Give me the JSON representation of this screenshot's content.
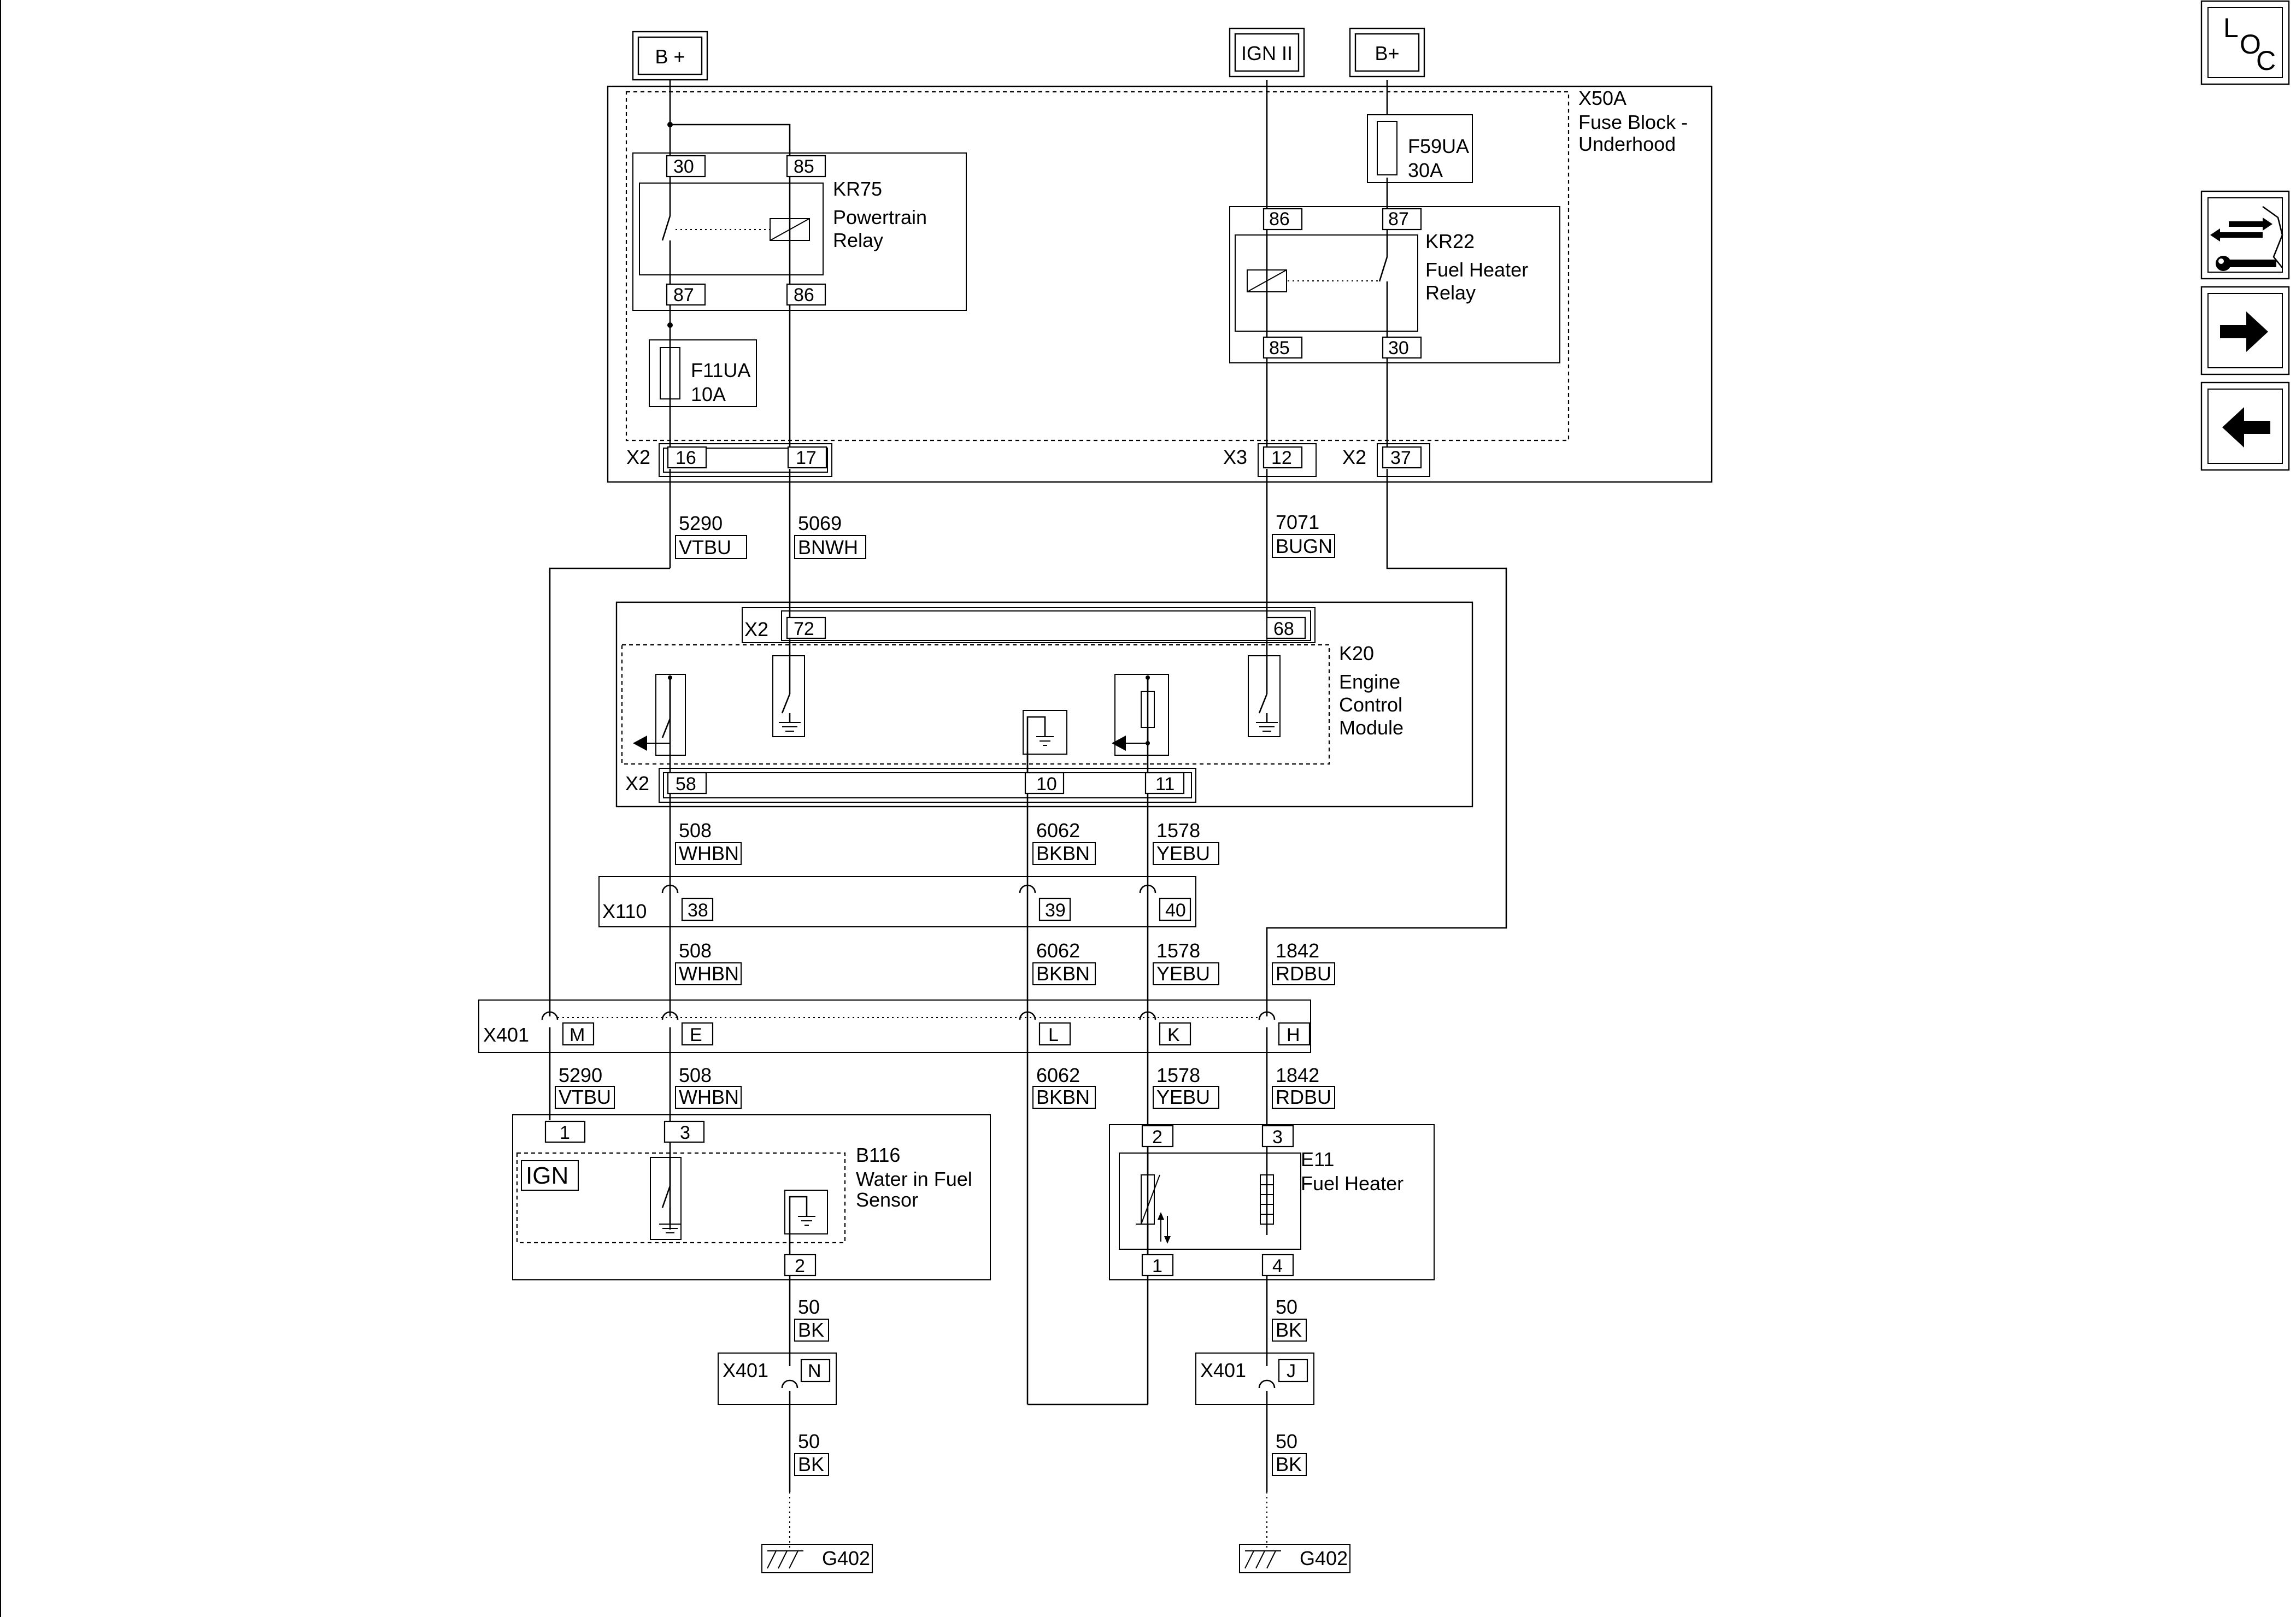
{
  "power_sources": {
    "bplus_left": "B +",
    "ign2": "IGN II",
    "bplus_right": "B+"
  },
  "nav": {
    "loc_l": "L",
    "loc_o": "O",
    "loc_c": "C"
  },
  "fuse_block": {
    "id": "X50A",
    "name_line1": "Fuse Block -",
    "name_line2": "Underhood",
    "kr75": {
      "id": "KR75",
      "name_line1": "Powertrain",
      "name_line2": "Relay",
      "pin_30": "30",
      "pin_85": "85",
      "pin_87": "87",
      "pin_86": "86"
    },
    "f11ua": {
      "id": "F11UA",
      "rating": "10A"
    },
    "f59ua": {
      "id": "F59UA",
      "rating": "30A"
    },
    "kr22": {
      "id": "KR22",
      "name_line1": "Fuel Heater",
      "name_line2": "Relay",
      "pin_86": "86",
      "pin_87": "87",
      "pin_85": "85",
      "pin_30": "30"
    },
    "conn_left": "X2",
    "pin_16": "16",
    "pin_17": "17",
    "conn_mid": "X3",
    "pin_12": "12",
    "conn_right": "X2",
    "pin_37": "37"
  },
  "wires": {
    "w5290": {
      "circuit": "5290",
      "color": "VTBU"
    },
    "w5069": {
      "circuit": "5069",
      "color": "BNWH"
    },
    "w7071": {
      "circuit": "7071",
      "color": "BUGN"
    },
    "w508": {
      "circuit": "508",
      "color": "WHBN"
    },
    "w6062": {
      "circuit": "6062",
      "color": "BKBN"
    },
    "w1578": {
      "circuit": "1578",
      "color": "YEBU"
    },
    "w1842": {
      "circuit": "1842",
      "color": "RDBU"
    },
    "w50": {
      "circuit": "50",
      "color": "BK"
    }
  },
  "ecm": {
    "id": "K20",
    "name_line1": "Engine",
    "name_line2": "Control",
    "name_line3": "Module",
    "conn_top": "X2",
    "pin_72": "72",
    "pin_68": "68",
    "conn_bottom": "X2",
    "pin_58": "58",
    "pin_10": "10",
    "pin_11": "11"
  },
  "x110": {
    "id": "X110",
    "pin_38": "38",
    "pin_39": "39",
    "pin_40": "40"
  },
  "x401": {
    "id": "X401",
    "pin_m": "M",
    "pin_e": "E",
    "pin_l": "L",
    "pin_k": "K",
    "pin_h": "H"
  },
  "b116": {
    "id": "B116",
    "name_line1": "Water in Fuel",
    "name_line2": "Sensor",
    "ign": "IGN",
    "pin_1": "1",
    "pin_3": "3",
    "pin_2": "2"
  },
  "e11": {
    "id": "E11",
    "name_line1": "Fuel Heater",
    "pin_2": "2",
    "pin_3": "3",
    "pin_1": "1",
    "pin_4": "4"
  },
  "x401_n": {
    "id": "X401",
    "pin": "N"
  },
  "x401_j": {
    "id": "X401",
    "pin": "J"
  },
  "ground_left": "G402",
  "ground_right": "G402"
}
